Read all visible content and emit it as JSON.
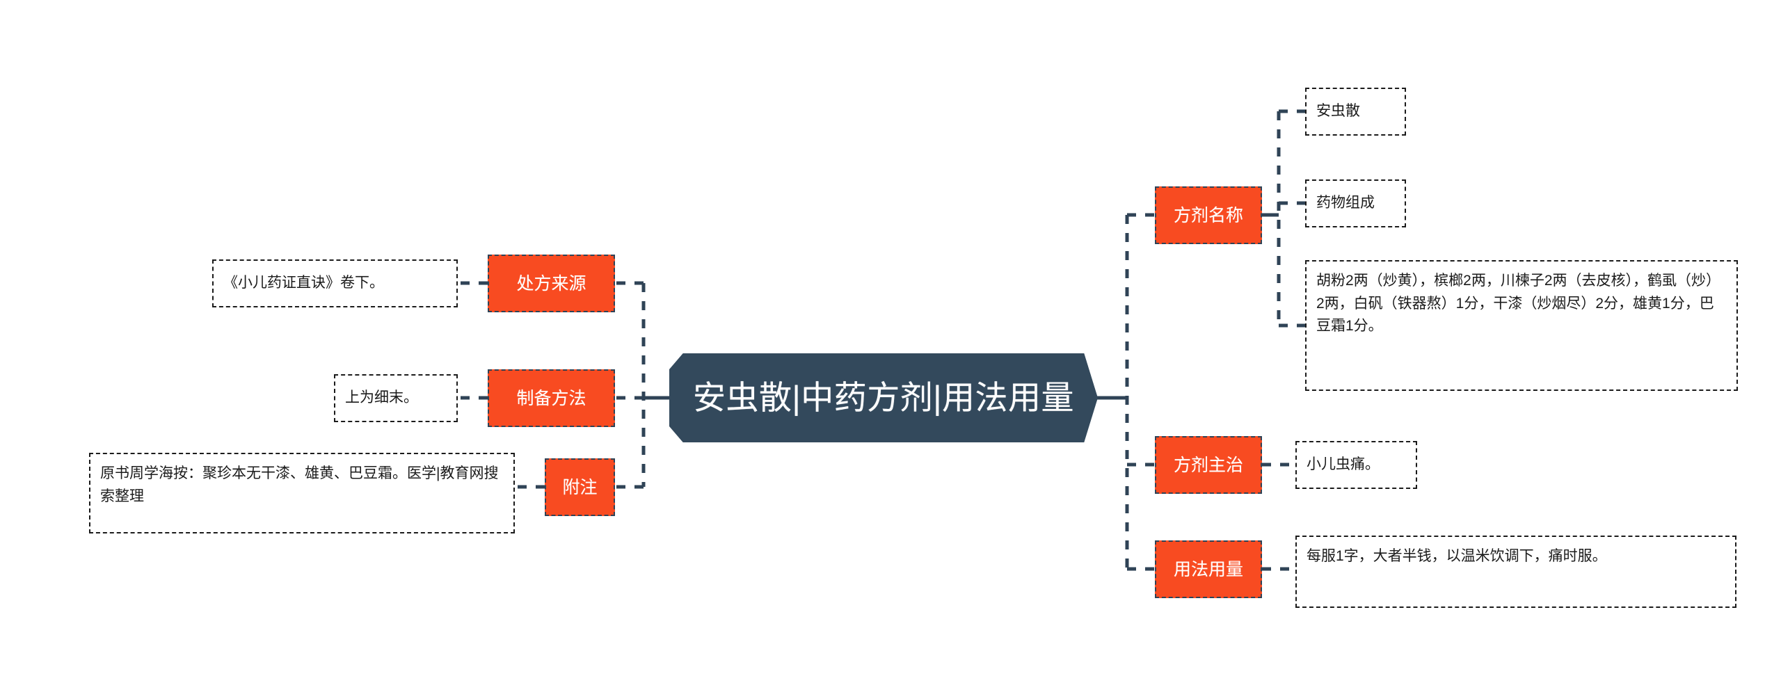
{
  "diagram": {
    "type": "mindmap",
    "orientation": "horizontal-bidirectional",
    "colors": {
      "center_fill": "#33495c",
      "branch_fill": "#f84b21",
      "branch_text": "#ffffff",
      "leaf_border": "#1b1b1b",
      "connector": "#2f4356",
      "background": "#ffffff"
    }
  },
  "center": {
    "label": "安虫散|中药方剂|用法用量"
  },
  "left_branches": [
    {
      "id": "prescription-source",
      "label": "处方来源",
      "children": [
        {
          "id": "source-text",
          "text": "《小儿药证直诀》卷下。"
        }
      ]
    },
    {
      "id": "preparation-method",
      "label": "制备方法",
      "children": [
        {
          "id": "preparation-text",
          "text": "上为细末。"
        }
      ]
    },
    {
      "id": "remarks",
      "label": "附注",
      "children": [
        {
          "id": "remarks-text",
          "text": "原书周学海按：聚珍本无干漆、雄黄、巴豆霜。医学|教育网搜索整理"
        }
      ]
    }
  ],
  "right_branches": [
    {
      "id": "formula-name",
      "label": "方剂名称",
      "children": [
        {
          "id": "formula-name-value",
          "text": "安虫散"
        },
        {
          "id": "drug-composition-label",
          "text": "药物组成"
        },
        {
          "id": "drug-composition-value",
          "text": "胡粉2两（炒黄），槟榔2两，川楝子2两（去皮核），鹤虱（炒）2两，白矾（铁器熬）1分，干漆（炒烟尽）2分，雄黄1分，巴豆霜1分。"
        }
      ]
    },
    {
      "id": "formula-indications",
      "label": "方剂主治",
      "children": [
        {
          "id": "indications-value",
          "text": "小儿虫痛。"
        }
      ]
    },
    {
      "id": "dosage-usage",
      "label": "用法用量",
      "children": [
        {
          "id": "dosage-value",
          "text": "每服1字，大者半钱，以温米饮调下，痛时服。"
        }
      ]
    }
  ]
}
